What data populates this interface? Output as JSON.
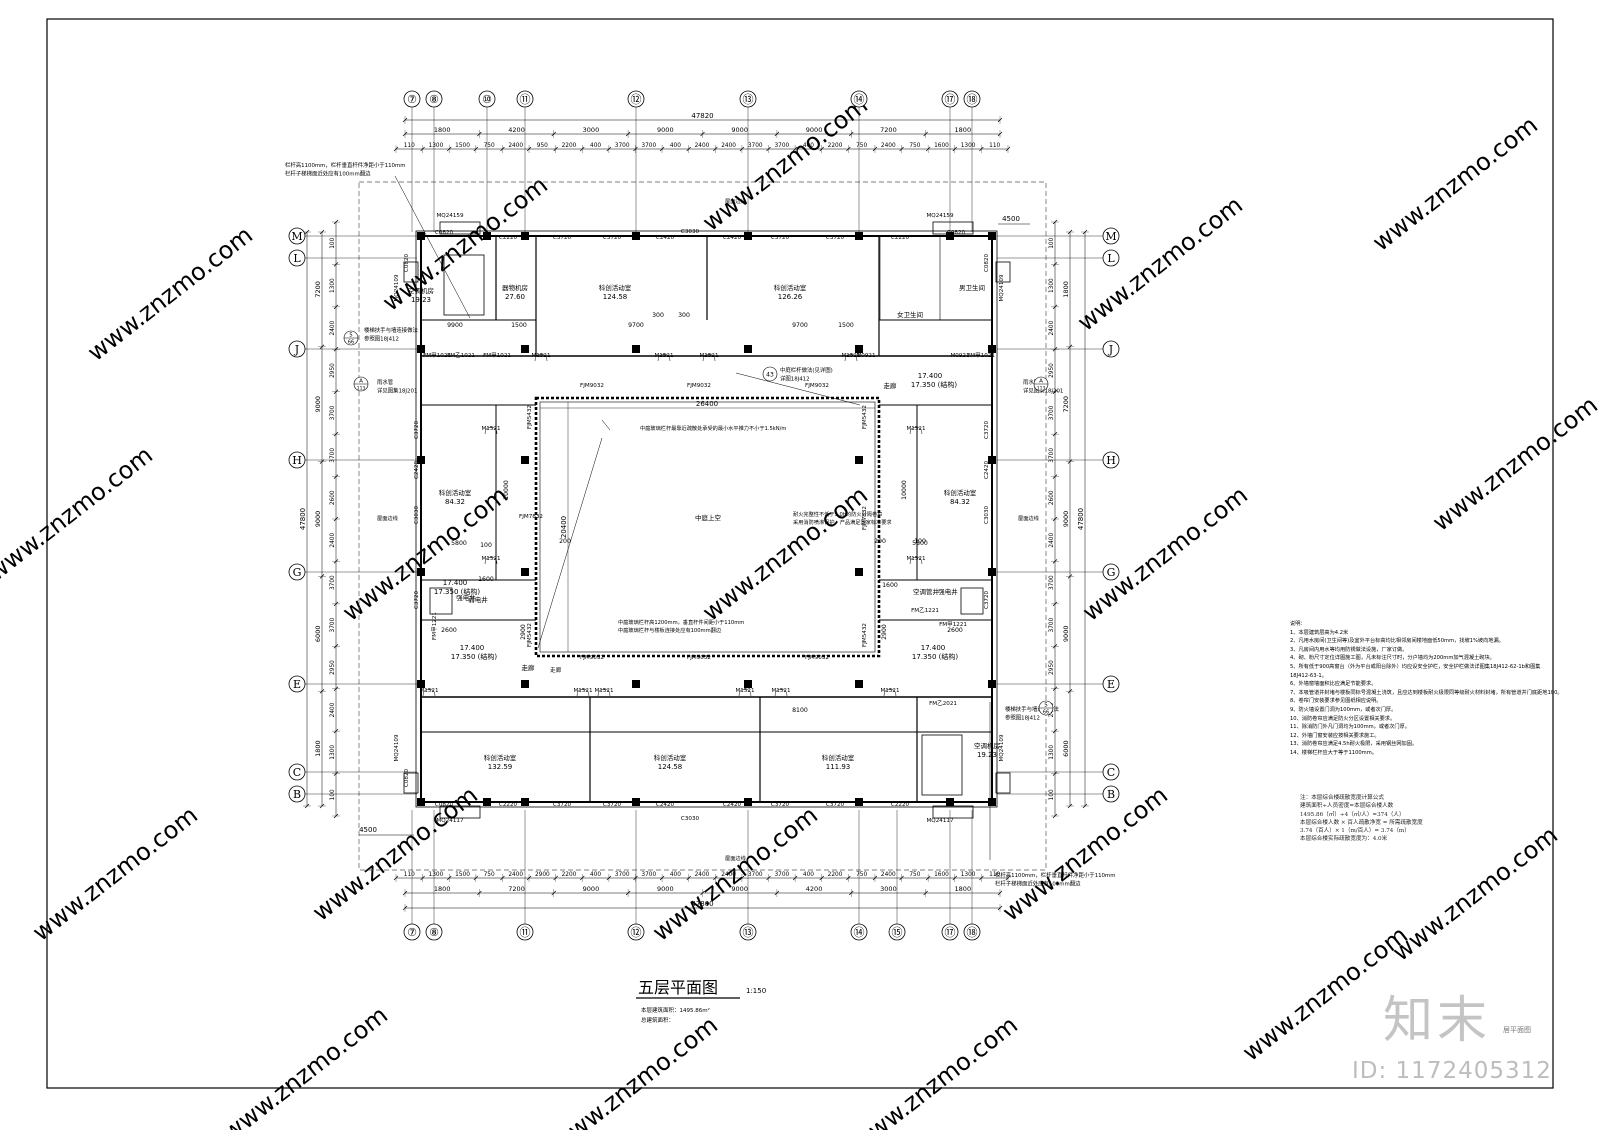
{
  "drawing": {
    "title": "五层平面图",
    "scale": "1:150",
    "area_label": "本层建筑面积：1495.86m²",
    "total_area_label": "总建筑面积："
  },
  "watermark": {
    "site": "www.znzmo.com",
    "logo": "知末",
    "logo_sub": "居平面图",
    "id": "ID: 1172405312"
  },
  "axes": {
    "top": [
      "⑦",
      "⑧",
      "⑩",
      "⑪",
      "⑫",
      "⑬",
      "⑭",
      "⑰",
      "⑱"
    ],
    "bottom": [
      "⑦",
      "⑧",
      "⑪",
      "⑫",
      "⑬",
      "⑭",
      "⑮",
      "⑰",
      "⑱"
    ],
    "left": [
      "M",
      "L",
      "J",
      "H",
      "G",
      "E",
      "C",
      "B"
    ]
  },
  "dims": {
    "overall_top": "47820",
    "overall_bottom": "47800",
    "overall_left": "47800",
    "overall_right": "47800",
    "top_row2": [
      "1800",
      "4200",
      "3000",
      "9000",
      "9000",
      "9000",
      "7200",
      "1800"
    ],
    "bottom_row2": [
      "1800",
      "7200",
      "9000",
      "9000",
      "9000",
      "4200",
      "3000",
      "1800"
    ],
    "left_col": [
      "7200",
      "9000",
      "9000",
      "6000",
      "1800"
    ],
    "right_col": [
      "1800",
      "7200",
      "9000",
      "9000",
      "6000"
    ],
    "top_row3": [
      "110",
      "1300",
      "1500",
      "750",
      "2400",
      "950",
      "2200",
      "400",
      "3700",
      "3700",
      "400",
      "2400",
      "2400",
      "3700",
      "3700",
      "400",
      "2200",
      "750",
      "2400",
      "750",
      "1600",
      "1300",
      "110"
    ],
    "bottom_row3": [
      "110",
      "1300",
      "1500",
      "750",
      "2400",
      "2900",
      "2200",
      "400",
      "3700",
      "3700",
      "400",
      "2400",
      "2400",
      "3700",
      "3700",
      "400",
      "2200",
      "750",
      "2400",
      "750",
      "1600",
      "1300",
      "110"
    ],
    "left_row3": [
      "100",
      "1300",
      "2400",
      "2950",
      "3700",
      "3700",
      "2600",
      "2400",
      "3700",
      "3700",
      "2950",
      "2400",
      "1300",
      "100"
    ],
    "right_row3": [
      "100",
      "1300",
      "2400",
      "2950",
      "3700",
      "3700",
      "2600",
      "2400",
      "3700",
      "3700",
      "2950",
      "2400",
      "1300",
      "100"
    ],
    "side_4500_top": "4500",
    "side_4500_bottom": "4500",
    "court_w": "26400",
    "court_h": "20400",
    "inner_dims": [
      "9900",
      "9700",
      "9700",
      "8100",
      "5800",
      "5800",
      "2600",
      "2600",
      "10000",
      "10000",
      "2900",
      "2900",
      "1500",
      "1500",
      "300",
      "300",
      "1600",
      "1600",
      "200",
      "200",
      "100",
      "100"
    ]
  },
  "rooms": {
    "r_top1": {
      "name": "科创活动室",
      "area": "124.58"
    },
    "r_top2": {
      "name": "科创活动室",
      "area": "126.26"
    },
    "r_bot1": {
      "name": "科创活动室",
      "area": "132.59"
    },
    "r_bot2": {
      "name": "科创活动室",
      "area": "124.58"
    },
    "r_bot3": {
      "name": "科创活动室",
      "area": "111.93"
    },
    "r_left": {
      "name": "科创活动室",
      "area": "84.32"
    },
    "r_right": {
      "name": "科创活动室",
      "area": "84.32"
    },
    "r_store": {
      "name": "器物机房",
      "area": "27.60"
    },
    "r_ac_tl": {
      "name": "空调机房",
      "area": "19.23"
    },
    "r_ac_br": {
      "name": "空调机房",
      "area": "19.23"
    },
    "r_atrium": {
      "name": "中庭上空"
    },
    "r_wc_m": {
      "name": "男卫生间"
    },
    "r_wc_f": {
      "name": "女卫生间"
    },
    "r_elev_l": {
      "name": "强电井"
    },
    "r_pipe_l": {
      "name": "弱电井"
    },
    "r_ac_pipe": {
      "name": "空调管井"
    },
    "r_elev_r": {
      "name": "强电井"
    },
    "r_corr_l": {
      "name": "走廊"
    },
    "r_corr_r": {
      "name": "走廊"
    }
  },
  "doors": [
    "MQ24159",
    "MQ24159",
    "MQ24117",
    "MQ24117",
    "MQ24109",
    "MQ24109",
    "MQ24109",
    "MQ24109",
    "C0820",
    "C0820",
    "C0820",
    "C0820",
    "C0820",
    "C0820",
    "C2220",
    "C2220",
    "C2220",
    "C2220",
    "C3720",
    "C3720",
    "C3720",
    "C3720",
    "C3720",
    "C3720",
    "C3720",
    "C3720",
    "C3720",
    "C3720",
    "C2420",
    "C2420",
    "C2420",
    "C2420",
    "C3030",
    "C3030",
    "C3030",
    "C3030",
    "C2420",
    "C2420",
    "C3720",
    "C3720",
    "M1521",
    "M1521",
    "M1521",
    "M1521",
    "M1521",
    "M1521",
    "M1521",
    "M1521",
    "M1521",
    "M1521",
    "M1521",
    "M1521",
    "M1521",
    "M1521",
    "FM甲1021",
    "FM乙1021",
    "FM甲1021",
    "FM甲1021",
    "FM乙2021",
    "M0921",
    "M0921",
    "FJM9032",
    "FJM9032",
    "FJM9032",
    "FJM9032",
    "FJM9032",
    "FJM9032",
    "FJM7832",
    "FJM7832",
    "FJM5432",
    "FJM5432",
    "FJM5432",
    "FJM5432",
    "FM甲1221",
    "FM甲1221",
    "FM乙1221"
  ],
  "levels": [
    "17.400",
    "17.350 (结构)",
    "17.400",
    "17.350 (结构)",
    "17.400",
    "17.350 (结构)",
    "17.400",
    "17.350 (结构)"
  ],
  "annotations": {
    "railing_top": [
      "栏杆高1100mm，栏杆垂直杆件净距小于110mm",
      "栏杆子梯梯面近处应有100mm翻边"
    ],
    "railing_bottom": [
      "栏杆高1100mm，栏杆垂直杆件净距小于110mm",
      "栏杆子梯梯面近处应有100mm翻边"
    ],
    "stair_ref_l": [
      "楼梯扶手与墙连接做法",
      "参照图18J412"
    ],
    "stair_ref_r": [
      "楼梯扶手与墙连接做法",
      "参照图18J412"
    ],
    "handrail_top": [
      "中庭栏杆做法(见详图)",
      "详图18J412"
    ],
    "court_note1": "中庭玻璃栏杆最靠近疏散处承受的最小水平推力不小于1.5kN/m",
    "court_note2": [
      "中庭玻璃栏杆高1200mm，垂直杆件间距小于110mm",
      "中庭玻璃栏杆与楼板连接处应有100mm翻边"
    ],
    "court_note3": [
      "耐火完整性不低于3.0h的防火分隔卷帘",
      "采用消防喷淋保护，产品满足国家标准要求"
    ],
    "roof_outline": "屋面边线",
    "drain_l": [
      "雨水管",
      "详见图集18J201"
    ],
    "drain_r": [
      "雨水管",
      "详见图集18J201"
    ],
    "corridor": "走廊",
    "sym_5": "5",
    "sym_66": "66",
    "sym_A": "A",
    "sym_113": "113",
    "sym_43": "43"
  },
  "notes": {
    "title": "说明：",
    "lines": [
      "1、本层建筑层高为4.2米",
      "2、凡用水房间(卫生间等)及室外平台标高均比相邻房间楼地面低50mm，找坡1%坡向地漏。",
      "3、凡房间内用水等均用防锈做法设施，厂家订做。",
      "4、砌、粉尺寸定位详图施工图，凡未标注尺寸时，分户墙均为200mm加气混凝土砌块。",
      "5、所有低于900高窗台（外为平台或阳台除外）均应设安全护栏，安全护栏做法详图集18J412-62-1b和图集",
      "18J412-63-1。",
      "6、外墙窗墙面积比应满足节能要求。",
      "7、本吸管道井封堵与楼板同标号混凝土浇筑，且应达到楼板耐火极限同等级耐火材料封堵，所有管道井门底距地100。",
      "8、卷帘门安装要求参见图纸相应说明。",
      "9、防火墙设置门洞为100mm，或者次门厚。",
      "10、消防卷帘应满足防火分区设置相关要求。",
      "11、除消防门外凡门洞均为100mm，或者次门厚。",
      "12、外墙门窗安装应按相关要求施工。",
      "13、消防卷帘应满足4.5h耐火极限，采用钢丝网加固。",
      "14、楼梯栏杆应大于等于1100mm。"
    ]
  },
  "calc": {
    "title": "注：本层综合楼疏散宽度计算公式",
    "lines": [
      "建筑面积÷人员密度=本层综合楼人数",
      "1495.86（㎡）÷4（㎡/人）=374（人）",
      "本层综合楼人数 × 百人疏散净宽 = 所需疏散宽度",
      "3.74（百人）× 1（m/百人）= 3.74（m）",
      "本层综合楼实际疏散宽度为：4.0米"
    ]
  }
}
